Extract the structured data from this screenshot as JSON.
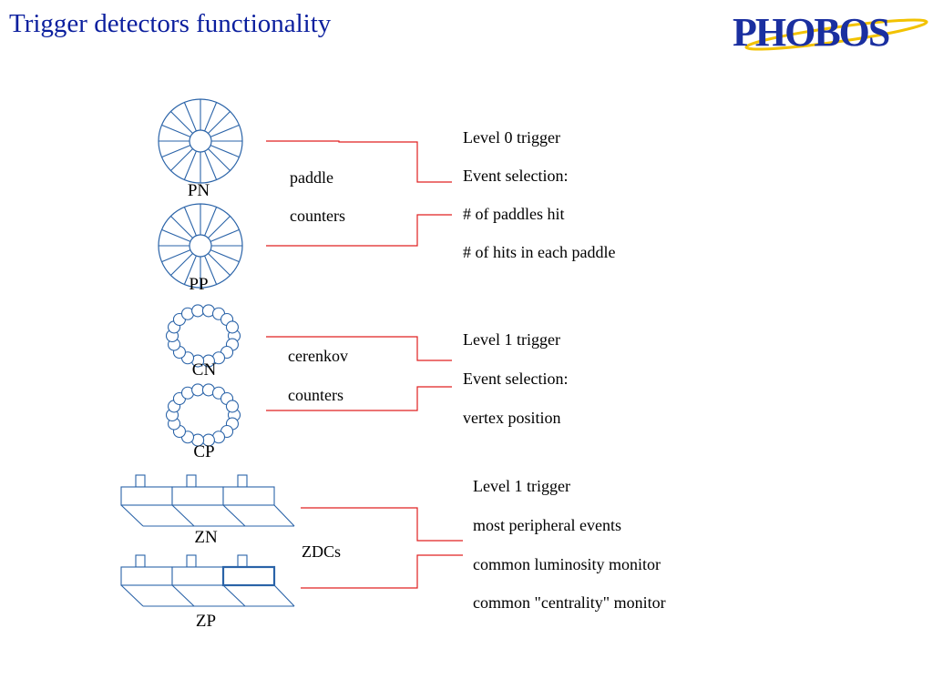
{
  "slide": {
    "title": "Trigger detectors functionality",
    "logo_text": "PHOBOS",
    "colors": {
      "title": "#0b1f9e",
      "detector": "#2a63a8",
      "connector": "#e02020",
      "logo_blue": "#1a2fa0",
      "logo_yellow": "#f2c200"
    }
  },
  "detectors": {
    "pn_label": "PN",
    "pp_label": "PP",
    "cn_label": "CN",
    "cp_label": "CP",
    "zn_label": "ZN",
    "zp_label": "ZP"
  },
  "groups": {
    "paddle": {
      "line1": "paddle",
      "line2": "counters"
    },
    "cerenkov": {
      "line1": "cerenkov",
      "line2": "counters"
    },
    "zdc": {
      "line1": "ZDCs"
    }
  },
  "descriptions": {
    "paddle": [
      "Level 0 trigger",
      "Event selection:",
      "# of paddles hit",
      "# of hits in each paddle"
    ],
    "cerenkov": [
      "Level 1 trigger",
      "Event selection:",
      "vertex position"
    ],
    "zdc": [
      "Level 1 trigger",
      "most peripheral events",
      "common luminosity monitor",
      "common \"centrality\" monitor"
    ]
  }
}
